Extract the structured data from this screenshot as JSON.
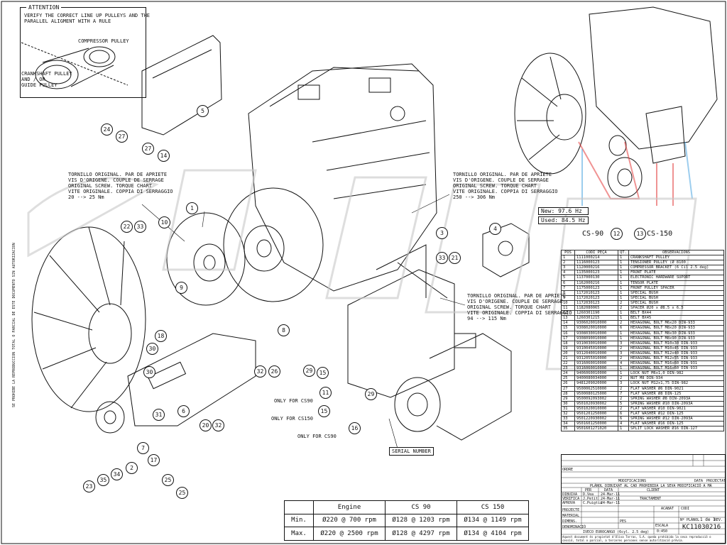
{
  "attention": {
    "title": "ATTENTION",
    "text": "VERIFY THE CORRECT LINE UP PULLEYS AND THE\nPARALLEL ALIGMENT WITH A RULE",
    "compressor_pulley": "COMPRESSOR PULLEY",
    "crankshaft_pulley": "CRANKSHAFT PULLEY\nAND / OR\nGUIDE PULLEY"
  },
  "torque_notes": {
    "left": "TORNILLO ORIGINAL. PAR DE APRIETE\nVIS D'ORIGENE. COUPLE DE SERRAGE\nORIGINAL SCREW. TORQUE CHART\nVITE ORIGINALE. COPPIA DI SERRAGGIO\n20 --> 25 Nm",
    "top": "TORNILLO ORIGINAL. PAR DE APRIETE\nVIS D'ORIGENE. COUPLE DE SERRAGE\nORIGINAL SCREW. TORQUE CHART\nVITE ORIGINALE. COPPIA DI SERRAGGIO\n250 --> 306 Nm",
    "mid": "TORNILLO ORIGINAL. PAR DE APRIETE\nVIS D'ORIGENE. COUPLE DE SERRAGE\nORIGINAL SCREW. TORQUE CHART\nVITE ORIGINALE. COPPIA DI SERRAGGIO\n94 --> 115 Nm"
  },
  "notes": {
    "only_cs90_a": "ONLY FOR CS90",
    "only_cs150": "ONLY FOR CS150",
    "only_cs90_b": "ONLY FOR CS90",
    "serial_number": "SERIAL NUMBER",
    "side_text": "SE PROHIBE LA REPRODUCCION TOTAL O PARCIAL DE ESTE DOCUMENTO SIN AUTORIZACION"
  },
  "freq": {
    "new": "New: 97.6 Hz",
    "used": "Used: 84.5 Hz"
  },
  "variants": {
    "cs90": "CS-90",
    "cs90_num": "12",
    "cs150_num": "13",
    "cs150": "CS-150"
  },
  "balloons": [
    "1",
    "2",
    "3",
    "4",
    "5",
    "6",
    "7",
    "8",
    "9",
    "10",
    "11",
    "14",
    "15",
    "15",
    "16",
    "17",
    "18",
    "20",
    "21",
    "22",
    "23",
    "24",
    "25",
    "25",
    "26",
    "27",
    "27",
    "29",
    "29",
    "30",
    "30",
    "31",
    "32",
    "32",
    "33",
    "33",
    "34",
    "35"
  ],
  "parts_header": {
    "pos": "POS",
    "code": "CODI PEÇA",
    "qty": "QT.",
    "obs": "OBSERVACIONS"
  },
  "parts": [
    [
      "1",
      "1111000214",
      "1",
      "CRANKSHAFT PULLEY"
    ],
    [
      "2",
      "1116000123",
      "1",
      "TENSIONER PULLEY (Ø 8100"
    ],
    [
      "3",
      "1120000216",
      "1",
      "COMPRESSOR BRACKET (6 Cil 2.5 deg)"
    ],
    [
      "4",
      "1135000123",
      "1",
      "FRONT PLATE"
    ],
    [
      "5",
      "1137000130",
      "1",
      "ELECTRONIC HARDWARE SUPORT"
    ],
    [
      "6",
      "1162000216",
      "1",
      "TENSOR PLATE"
    ],
    [
      "7",
      "1175000123",
      "1",
      "FRONT PULLEY SPACER"
    ],
    [
      "8",
      "1172010123",
      "1",
      "SPECIAL BUSH"
    ],
    [
      "9",
      "1172020123",
      "1",
      "SPECIAL BUSH"
    ],
    [
      "10",
      "1172030123",
      "2",
      "SPECIAL BUSH"
    ],
    [
      "11",
      "1182080065",
      "2",
      "SPACER Ø20 x Ø8.5 x 6.5"
    ],
    [
      "12",
      "1260301190",
      "1",
      "BELT BX44"
    ],
    [
      "13",
      "1260301215",
      "1",
      "BELT BX45"
    ],
    [
      "14",
      "9306020010000",
      "2",
      "HEXAGONAL BOLT M6x20 DIN-933"
    ],
    [
      "15",
      "9308020010000",
      "6",
      "HEXAGONAL BOLT M8x20 DIN-933"
    ],
    [
      "16",
      "9308030010000",
      "1",
      "HEXAGONAL BOLT M8x30 DIN-933"
    ],
    [
      "17",
      "9308090010000",
      "1",
      "HEXAGONAL BOLT M8x90 DIN-933"
    ],
    [
      "18",
      "9310030010000",
      "3",
      "HEXAGONAL BOLT M10x30 DIN-933"
    ],
    [
      "19",
      "9310045010000",
      "2",
      "HEXAGONAL BOLT M10x45 DIN-933"
    ],
    [
      "20",
      "9312040010000",
      "3",
      "HEXAGONAL BOLT M12x40 DIN-933"
    ],
    [
      "21",
      "9312055010000",
      "2",
      "HEXAGONAL BOLT M12x55 DIN-933"
    ],
    [
      "22",
      "9316060010000",
      "4",
      "HEXAGONAL BOLT M16x60 DIN-931"
    ],
    [
      "23",
      "9316060010000",
      "1",
      "HEXAGONAL BOLT M16x60 DIN-933"
    ],
    [
      "24",
      "9406060010000",
      "1",
      "LOCK NUT M6x1,0 DIN-982"
    ],
    [
      "25",
      "9400080034000",
      "2",
      "NUT M8 DIN-934"
    ],
    [
      "26",
      "9481209020000",
      "3",
      "LOCK NUT M12x1,75 DIN-982"
    ],
    [
      "27",
      "9500062510000",
      "2",
      "FLAT WASHER Ø6 DIN-9021"
    ],
    [
      "28",
      "9500080125000",
      "7",
      "FLAT WASHER Ø8 DIN-125"
    ],
    [
      "29",
      "9500092093002",
      "2",
      "SPRING WASHER Ø8 DIN-2093A"
    ],
    [
      "30",
      "9501020930002",
      "5",
      "SPRING WASHER Ø10 DIN-2093A"
    ],
    [
      "31",
      "9501020010000",
      "2",
      "FLAT WASHER Ø10 DIN-9021"
    ],
    [
      "32",
      "9501201250000",
      "6",
      "FLAT WASHER Ø12 DIN-125"
    ],
    [
      "33",
      "9501220930002",
      "6",
      "SPRING WASHER Ø12 DIN-2093A"
    ],
    [
      "34",
      "9501601250000",
      "4",
      "FLAT WASHER Ø16 DIN-125"
    ],
    [
      "35",
      "9501601271020",
      "1",
      "SPLIT LOCK WASHER Ø16 DIN-127"
    ]
  ],
  "title_block": {
    "modif": "MODIFICACIONS",
    "data": "DATA",
    "projectat": "PROJECTAT",
    "ordre": "ORDRE",
    "plano_note": "PLÀNOL DIBUIXAT AL CAD PROHIBIDA LA SEVA MODIFICACIÓ A MÀ",
    "per": "PER",
    "client": "CLIENT",
    "dibuixa": "DIBUIXA",
    "dibuixa_who": "D.Vea",
    "dibuixa_date": "24-Mar-11",
    "verifica": "VERIFICA",
    "verifica_who": "J.Petit",
    "verifica_date": "24-Mar-11",
    "aprova": "APROVA",
    "aprova_who": "C.Puigtia",
    "aprova_date": "24-Mar-11",
    "tractament": "TRACTAMENT",
    "projecte": "PROJECTE",
    "acabat": "ACABAT",
    "codi": "CODI",
    "material": "MATERIAL",
    "dimens": "DIMENS.",
    "pes": "PES",
    "denominacio": "DENOMINACIÓ",
    "vehicle": "IVECO EUROCARGO (6cyl. 2.5 deg)",
    "escala": "ESCALA",
    "escala_val": "0:450",
    "plano_no": "Nº PLÀNOL",
    "sheet": "1 de 1",
    "rev": "REV.",
    "drawing_no": "KC11030216",
    "footer": "Aquest document és propietat d'Oliva Torras, S.A. queda prohibida la seva reproducció o cessió, total o parcial, a terceres persones sense autorització prèvia."
  },
  "speed_table": {
    "headers": [
      "",
      "Engine",
      "CS 90",
      "CS 150"
    ],
    "rows": [
      [
        "Min.",
        "Ø220 @ 700 rpm",
        "Ø128 @ 1203 rpm",
        "Ø134 @ 1149 rpm"
      ],
      [
        "Max.",
        "Ø220 @ 2500 rpm",
        "Ø128 @ 4297 rpm",
        "Ø134 @ 4104 rpm"
      ]
    ]
  },
  "colors": {
    "line": "#111111",
    "red": "#e33b3b",
    "blue": "#4aa4e0",
    "watermark": "#c8c8c8"
  }
}
